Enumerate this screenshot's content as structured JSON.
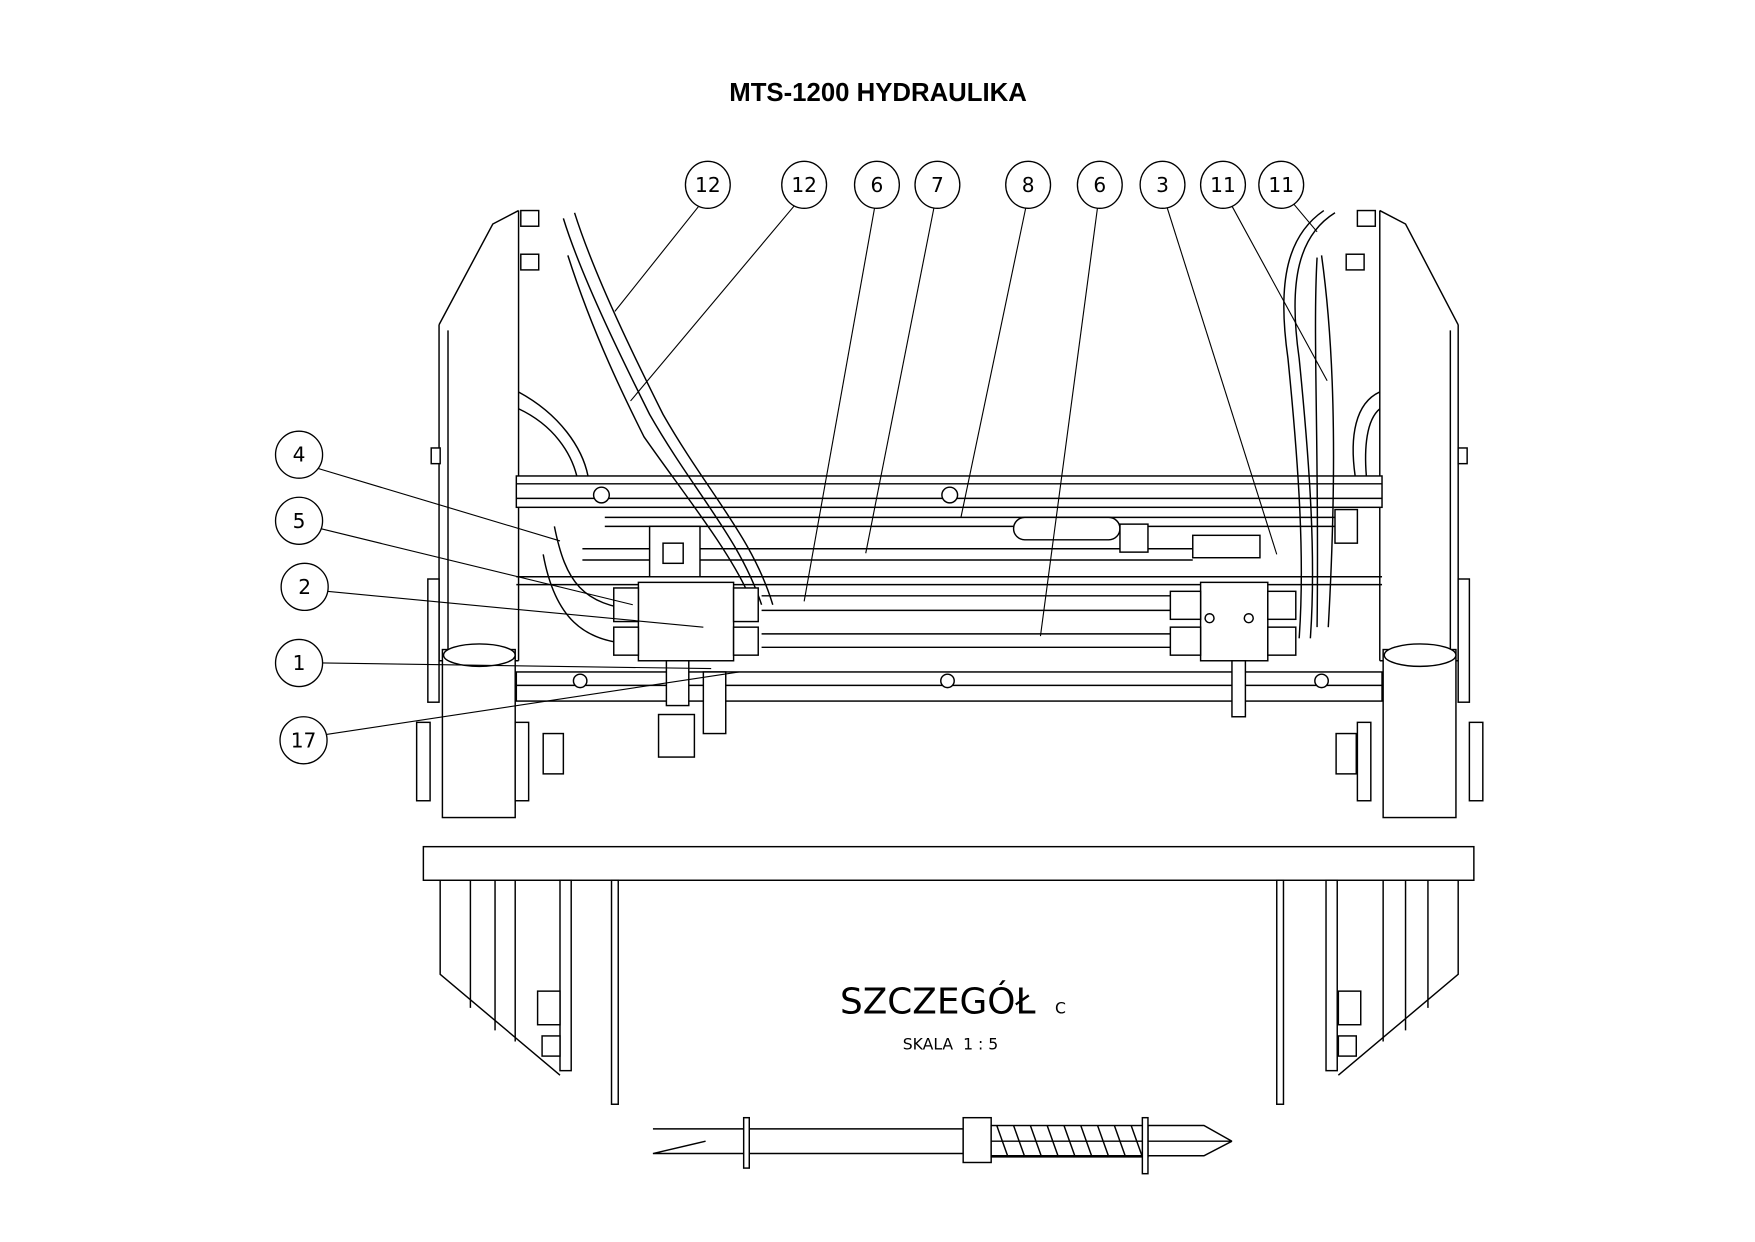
{
  "title": "MTS-1200 HYDRAULIKA",
  "detail": {
    "label": "SZCZEGÓŁ",
    "letter": "C",
    "scale": "SKALA  1 : 5"
  },
  "balloons": {
    "top": [
      "12",
      "12",
      "6",
      "7",
      "8",
      "6",
      "3",
      "11",
      "11"
    ],
    "left": [
      "4",
      "5",
      "2",
      "1",
      "17"
    ]
  }
}
